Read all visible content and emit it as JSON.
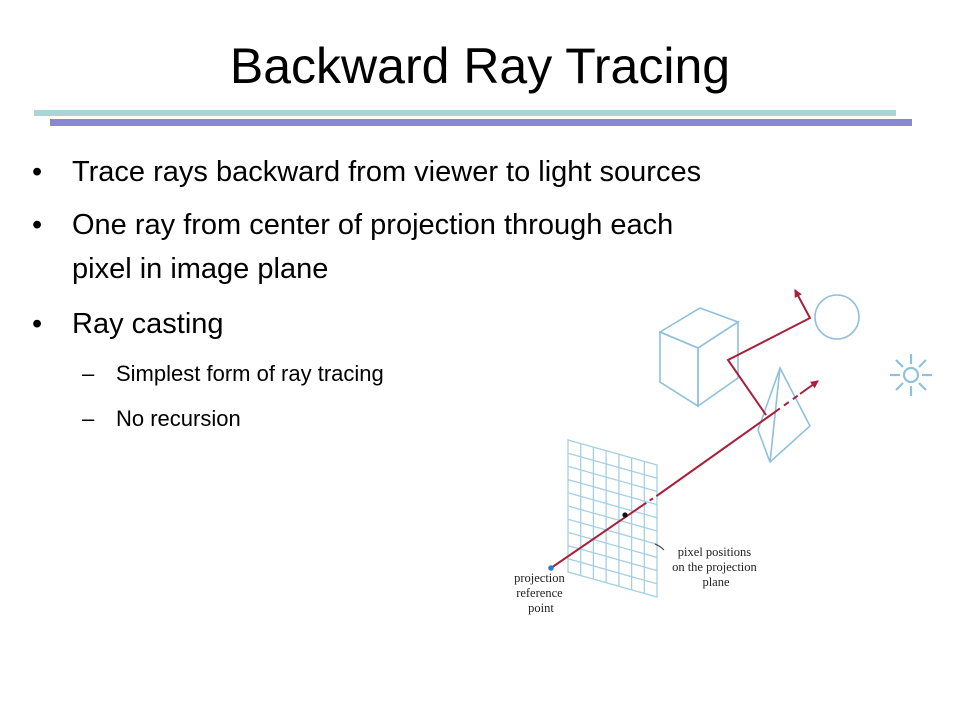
{
  "slide": {
    "title": "Backward Ray Tracing",
    "bullets": [
      {
        "marker": "•",
        "text": "Trace rays backward from viewer to light sources"
      },
      {
        "marker": "•",
        "text": "One ray from center of projection through each",
        "text2": "pixel in image plane"
      },
      {
        "marker": "•",
        "text": "Ray casting"
      }
    ],
    "subbullets": [
      {
        "marker": "–",
        "text": "Simplest form of ray tracing"
      },
      {
        "marker": "–",
        "text": "No recursion"
      }
    ]
  },
  "diagram": {
    "labels": {
      "reference_point": [
        "projection",
        "reference",
        "point"
      ],
      "pixel_positions": [
        "pixel positions",
        "on the projection",
        "plane"
      ]
    },
    "colors": {
      "ray": "#a8203a",
      "object_outline": "#8fc0dc",
      "grid": "#a6cfe6",
      "accent_rule_light": "#a9d4d8",
      "accent_rule_dark": "#8a86d6"
    }
  }
}
